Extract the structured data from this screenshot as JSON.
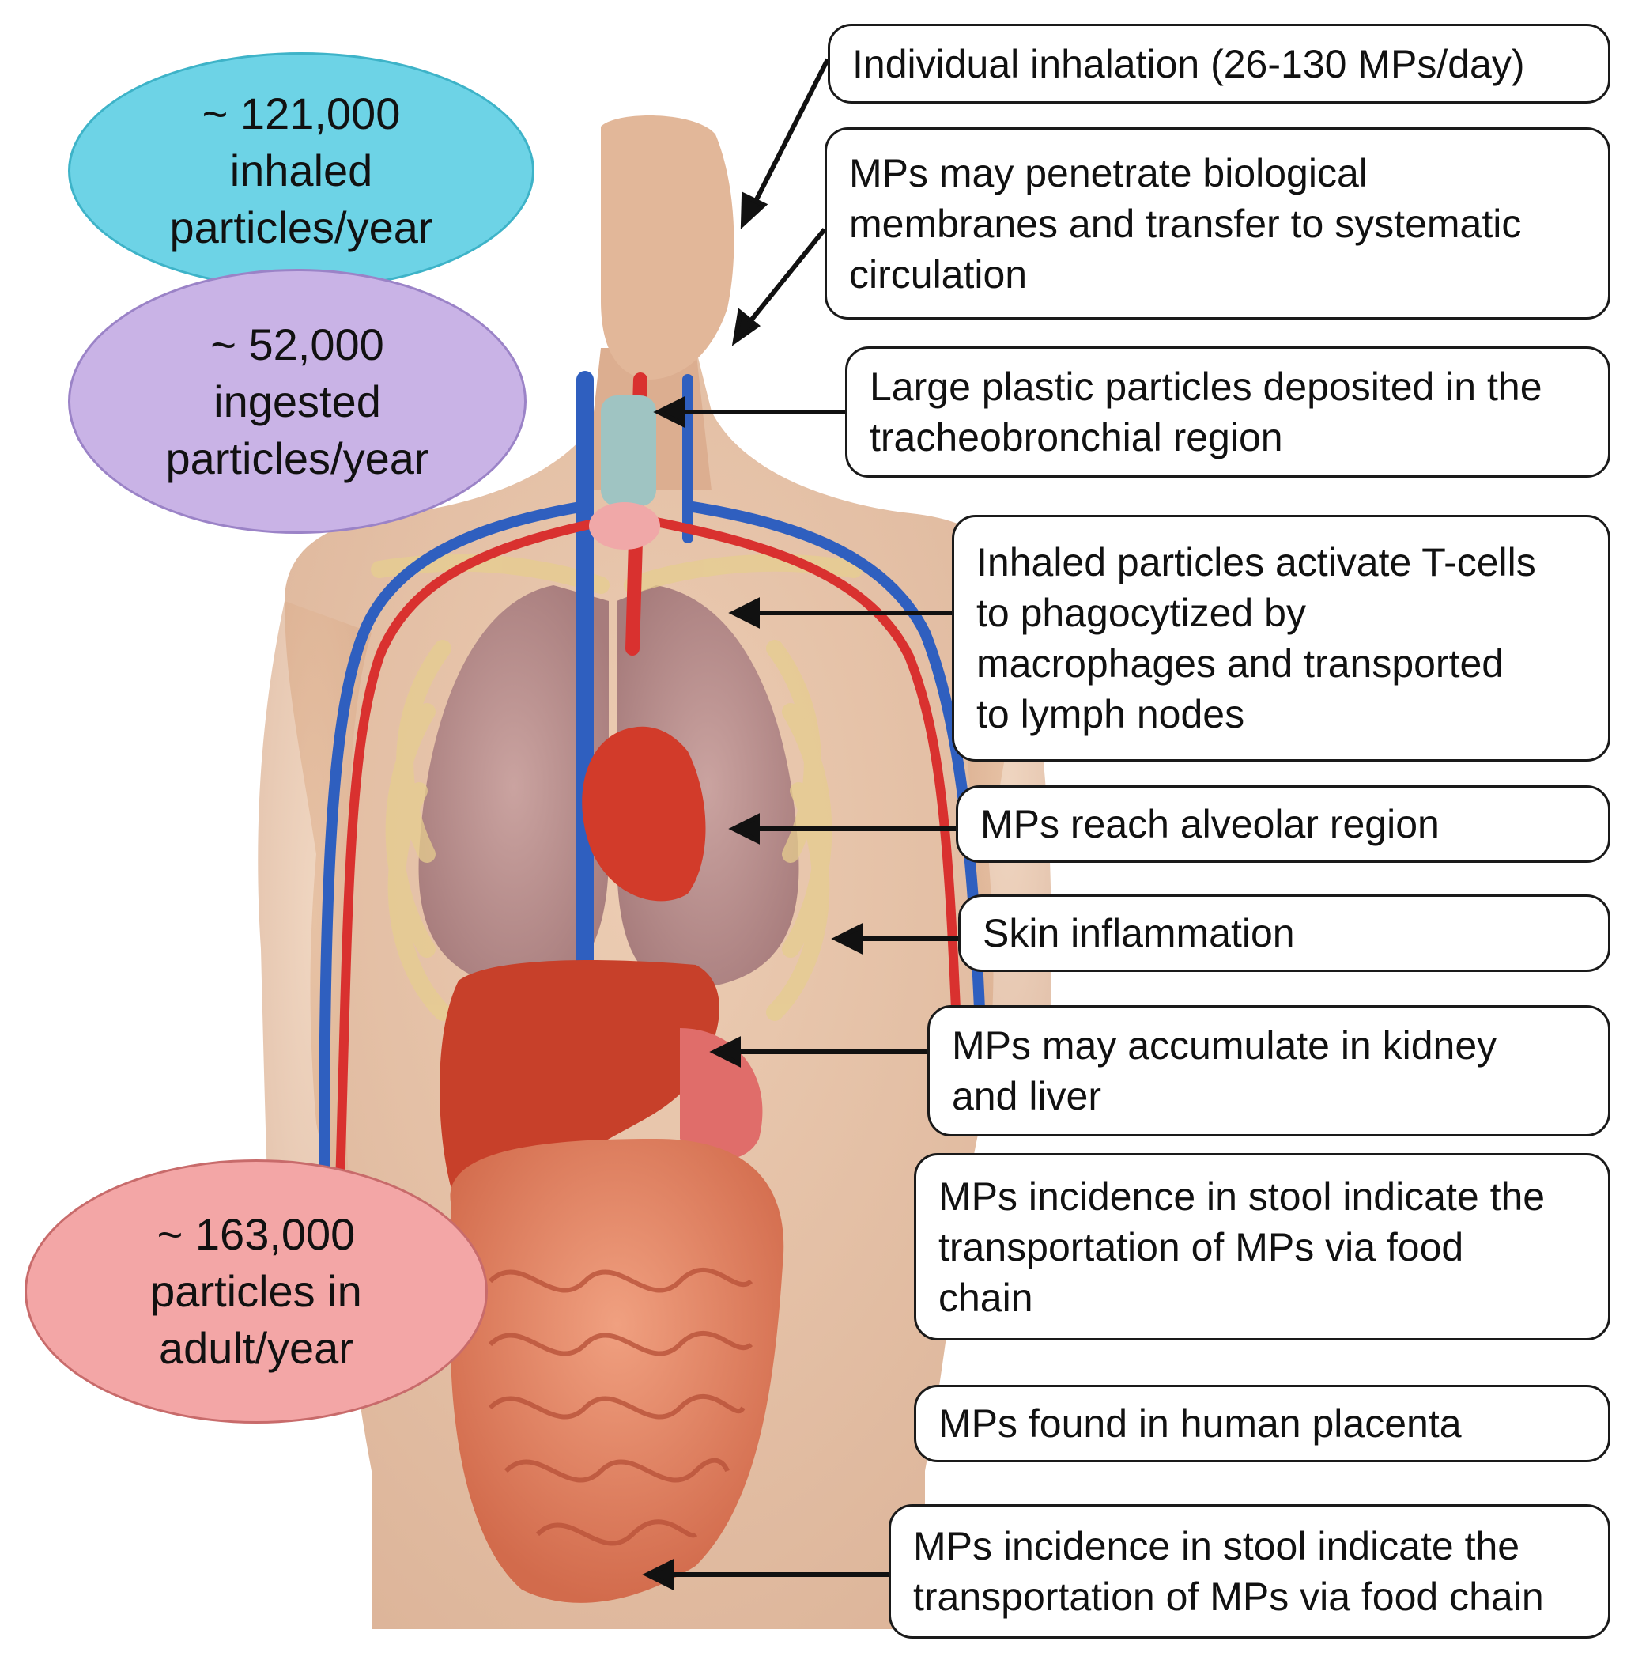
{
  "bubbles": {
    "inhaled": {
      "line1": "~ 121,000",
      "line2": "inhaled",
      "line3": "particles/year",
      "color": "#6dd3e6"
    },
    "ingested": {
      "line1": "~ 52,000",
      "line2": "ingested",
      "line3": "particles/year",
      "color": "#c9b3e6"
    },
    "adult": {
      "line1": "~ 163,000",
      "line2": "particles in",
      "line3": "adult/year",
      "color": "#f3a6a6"
    }
  },
  "callouts": [
    {
      "lines": [
        "Individual inhalation  (26-130 MPs/day)"
      ]
    },
    {
      "lines": [
        "MPs may penetrate biological",
        "membranes and transfer to systematic",
        "circulation"
      ]
    },
    {
      "lines": [
        "Large plastic particles deposited in the",
        "tracheobronchial region"
      ]
    },
    {
      "lines": [
        "Inhaled particles activate T-cells",
        "to phagocytized by",
        "macrophages and transported",
        "to lymph nodes"
      ]
    },
    {
      "lines": [
        "MPs reach alveolar region"
      ]
    },
    {
      "lines": [
        "Skin inflammation"
      ]
    },
    {
      "lines": [
        "MPs may accumulate in kidney",
        "and liver"
      ]
    },
    {
      "lines": [
        "MPs incidence in stool indicate the",
        "transportation of MPs via food",
        "chain"
      ]
    },
    {
      "lines": [
        "MPs found in human placenta"
      ]
    },
    {
      "lines": [
        "MPs incidence in stool indicate the",
        "transportation of MPs via food chain"
      ]
    }
  ]
}
